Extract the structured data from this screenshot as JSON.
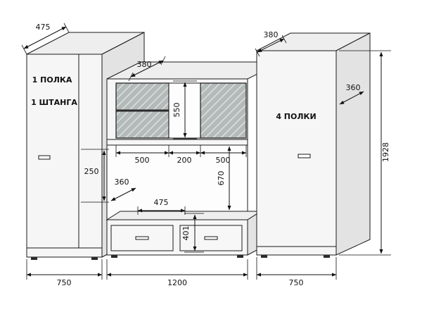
{
  "labels": {
    "left_shelf": "1 ПОЛКА",
    "left_rod": "1 ШТАНГА",
    "right_shelves": "4 ПОЛКИ"
  },
  "dims": {
    "left_top_depth": "475",
    "left_inner": "250",
    "left_width": "750",
    "center_top_depth": "380",
    "upper_height": "550",
    "upper_left_width": "500",
    "upper_mid_width": "200",
    "upper_right_width": "500",
    "niche_height": "670",
    "niche_depth": "360",
    "tv_space_width": "475",
    "base_height": "401",
    "center_width": "1200",
    "right_top_depth": "380",
    "right_side_depth": "360",
    "right_width": "750",
    "total_height": "1928"
  },
  "colors": {
    "background": "#ffffff",
    "line": "#1a1a1a",
    "panel": "#f6f6f6",
    "glass": "#b4bab9"
  }
}
